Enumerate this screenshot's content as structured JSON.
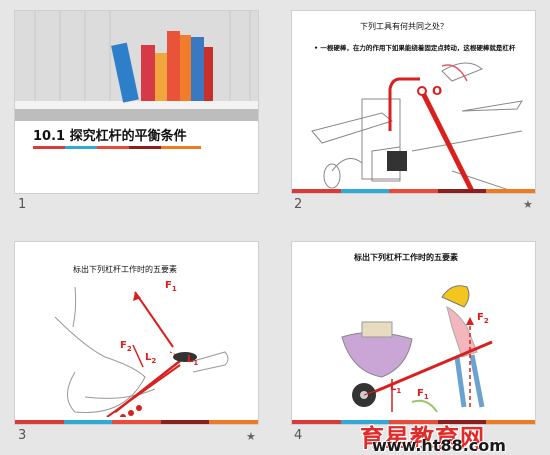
{
  "slides": [
    {
      "number": "1",
      "title": "10.1   探究杠杆的平衡条件"
    },
    {
      "number": "2",
      "heading": "下列工具有何共同之处？",
      "bullet": "一根硬棒，在力的作用下如果能绕着固定点转动，这根硬棒就是杠杆",
      "pivot_label": "O",
      "star": "★"
    },
    {
      "number": "3",
      "heading": "标出下列杠杆工作时的五要素",
      "labels": {
        "F1": "F",
        "F1_sub": "1",
        "F2": "F",
        "F2_sub": "2",
        "L1": "L",
        "L1_sub": "1",
        "L2": "L",
        "L2_sub": "2"
      },
      "star": "★"
    },
    {
      "number": "4",
      "heading": "标出下列杠杆工作时的五要素",
      "labels": {
        "F2": "F",
        "F2_sub": "2",
        "L1": "L",
        "L1_sub": "1",
        "F1": "F",
        "F1_sub": "1"
      }
    }
  ],
  "watermark": {
    "text": "育星教育网",
    "url": "www.ht88.com"
  },
  "colors": {
    "stripe": [
      "#d93a3a",
      "#2fa9d8",
      "#e84b3a",
      "#8b1e1e",
      "#ee7a24"
    ],
    "accent": "#d9201e"
  }
}
